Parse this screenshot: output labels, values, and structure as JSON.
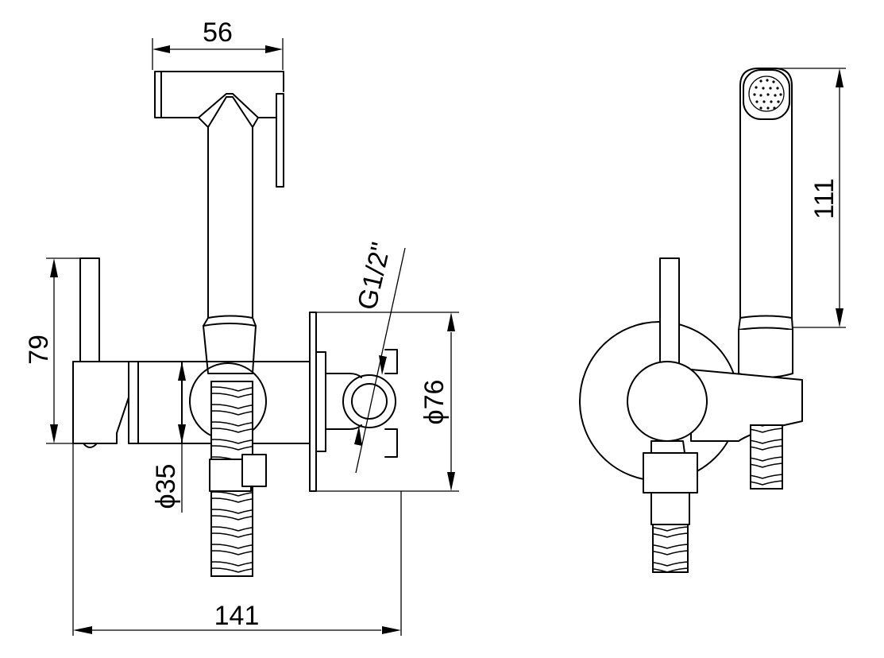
{
  "dimensions": {
    "handset_length": "56",
    "lever_height": "79",
    "inlet_diameter": "ϕ35",
    "total_width": "141",
    "thread": "G1/2\"",
    "plate_diameter": "ϕ76",
    "handset_height": "111"
  },
  "colors": {
    "line": "#000000",
    "background": "#ffffff"
  }
}
